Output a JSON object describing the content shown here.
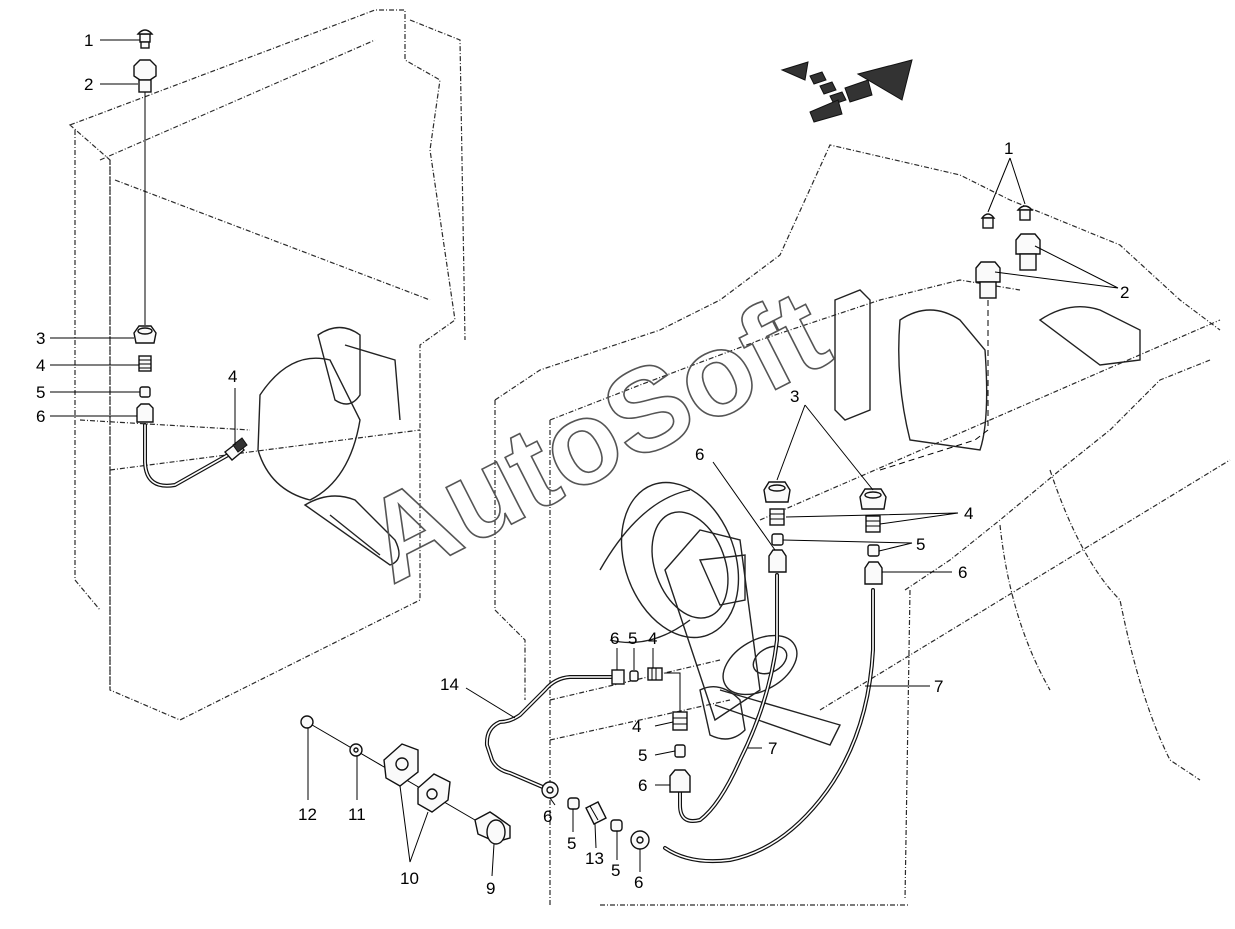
{
  "diagram": {
    "watermark": "AutoSoft",
    "callouts": [
      {
        "id": "c1a",
        "text": "1"
      },
      {
        "id": "c2a",
        "text": "2"
      },
      {
        "id": "c3a",
        "text": "3"
      },
      {
        "id": "c4a",
        "text": "4"
      },
      {
        "id": "c5a",
        "text": "5"
      },
      {
        "id": "c6a",
        "text": "6"
      },
      {
        "id": "c4b",
        "text": "4"
      },
      {
        "id": "c1b",
        "text": "1"
      },
      {
        "id": "c2b",
        "text": "2"
      },
      {
        "id": "c3b",
        "text": "3"
      },
      {
        "id": "c6b",
        "text": "6"
      },
      {
        "id": "c4c",
        "text": "4"
      },
      {
        "id": "c5b",
        "text": "5"
      },
      {
        "id": "c6c",
        "text": "6"
      },
      {
        "id": "c7a",
        "text": "7"
      },
      {
        "id": "c7b",
        "text": "7"
      },
      {
        "id": "c6d",
        "text": "6"
      },
      {
        "id": "c5c",
        "text": "5"
      },
      {
        "id": "c4d",
        "text": "4"
      },
      {
        "id": "c14",
        "text": "14"
      },
      {
        "id": "c4e",
        "text": "4"
      },
      {
        "id": "c5d",
        "text": "5"
      },
      {
        "id": "c6e",
        "text": "6"
      },
      {
        "id": "c6f",
        "text": "6"
      },
      {
        "id": "c5e",
        "text": "5"
      },
      {
        "id": "c13",
        "text": "13"
      },
      {
        "id": "c5f",
        "text": "5"
      },
      {
        "id": "c6g",
        "text": "6"
      },
      {
        "id": "c12",
        "text": "12"
      },
      {
        "id": "c11",
        "text": "11"
      },
      {
        "id": "c10",
        "text": "10"
      },
      {
        "id": "c9",
        "text": "9"
      }
    ]
  }
}
